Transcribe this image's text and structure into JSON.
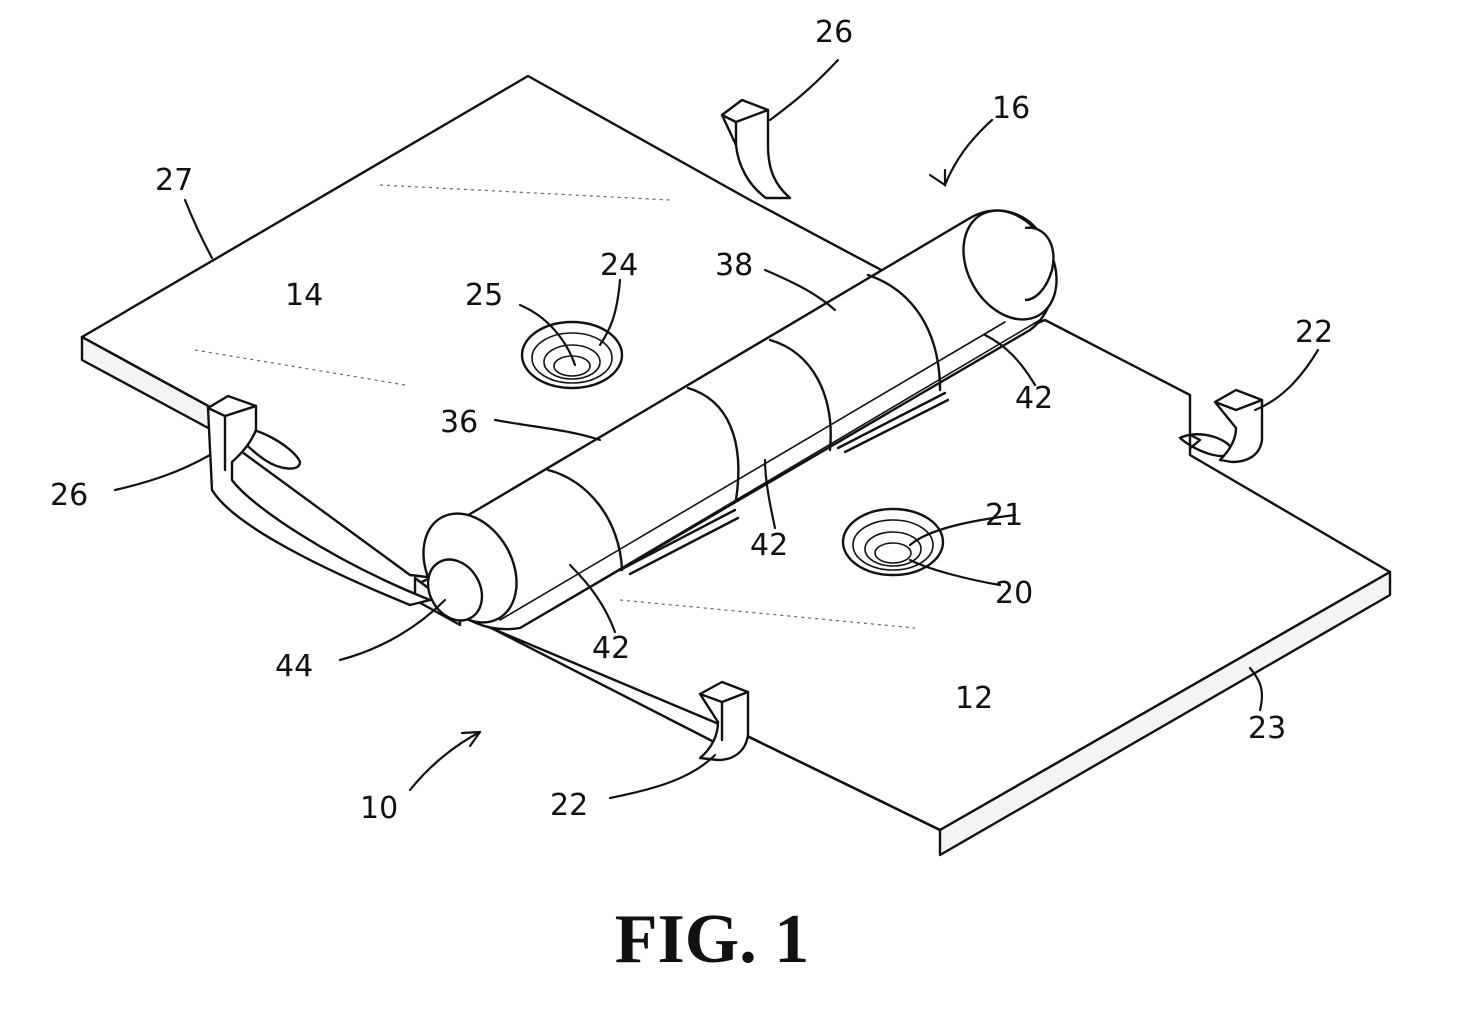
{
  "figure": {
    "caption": "FIG. 1",
    "labels": {
      "l10": "10",
      "l12": "12",
      "l14": "14",
      "l16": "16",
      "l20": "20",
      "l21": "21",
      "l22_right": "22",
      "l22_bottom": "22",
      "l23": "23",
      "l24": "24",
      "l25": "25",
      "l26_top": "26",
      "l26_left": "26",
      "l27": "27",
      "l36": "36",
      "l38": "38",
      "l42_right": "42",
      "l42_mid": "42",
      "l42_left": "42",
      "l44": "44"
    }
  }
}
